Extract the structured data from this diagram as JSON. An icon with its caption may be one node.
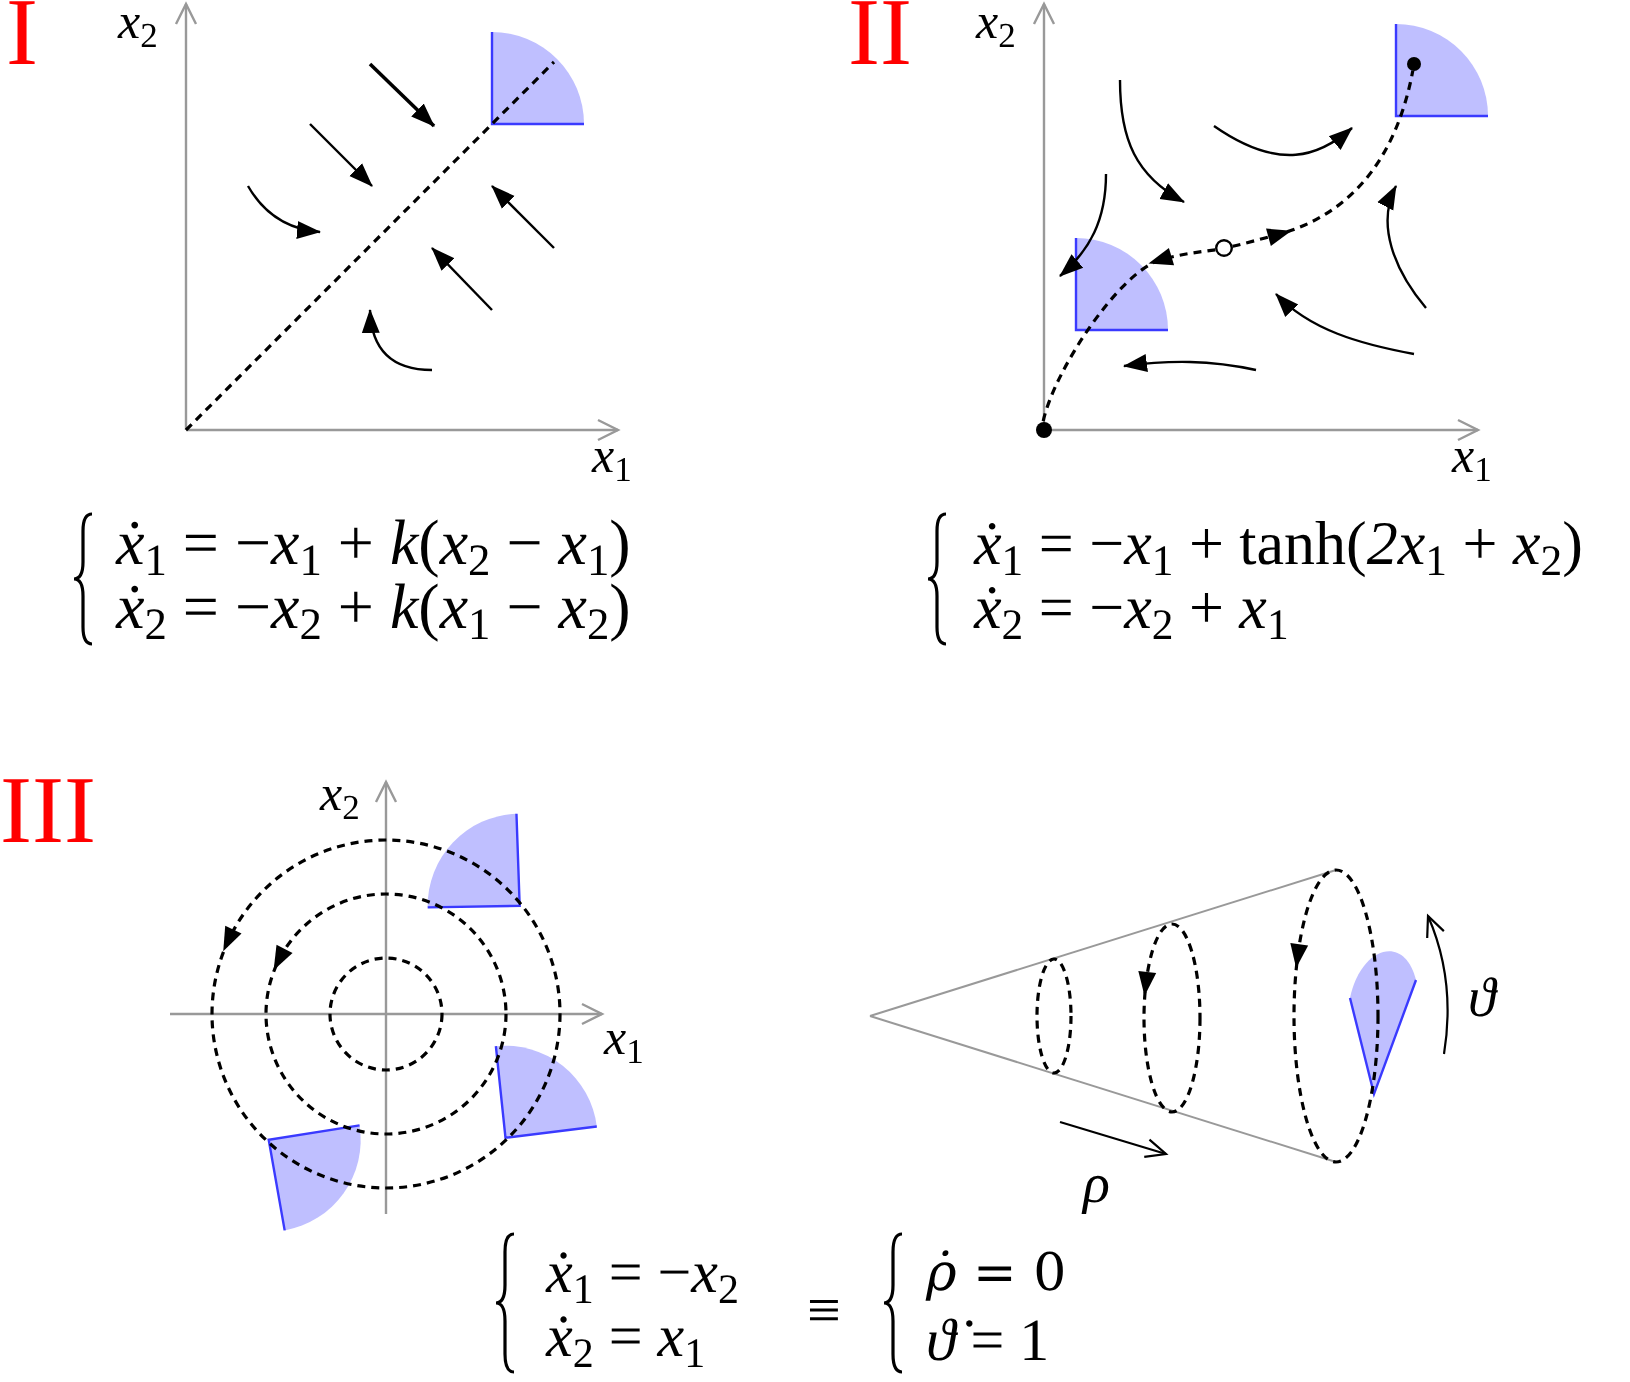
{
  "diagram": {
    "labels": [
      "I",
      "*x*$_{2}$",
      "*x*$_{1}$",
      "*ẋ*$_{1}$ = −*x*$_{1}$ + *k*(*x*$_{2}$ − *x*$_{1}$)",
      "*ẋ*$_{2}$ = −*x*$_{2}$ + *k*(*x*$_{1}$ − *x*$_{2}$)",
      "II",
      "*x*$_{2}$",
      "*x*$_{1}$",
      "*ẋ*$_{1}$ = −*x*$_{1}$ + tanh(*2x*$_{1}$ + *x*$_{2}$)",
      "*ẋ*$_{2}$ = −*x*$_{2}$ + *x*$_{1}$",
      "III",
      "*x*$_{2}$",
      "*x*$_{1}$",
      "ϑ",
      "ρ",
      "*ẋ*$_{1}$ = −*x*$_{2}$",
      "*ẋ*$_{2}$ = *x*$_{1}$",
      "≡",
      "*ρ̇* = 0",
      "*ϑ̇* = 1"
    ]
  }
}
